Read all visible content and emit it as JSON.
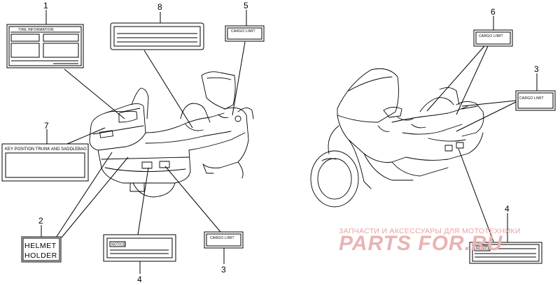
{
  "callouts": [
    {
      "id": "c1",
      "number": "1"
    },
    {
      "id": "c8",
      "number": "8"
    },
    {
      "id": "c5",
      "number": "5"
    },
    {
      "id": "c7",
      "number": "7"
    },
    {
      "id": "c2",
      "number": "2"
    },
    {
      "id": "c4a",
      "number": "4"
    },
    {
      "id": "c3a",
      "number": "3"
    },
    {
      "id": "c6",
      "number": "6"
    },
    {
      "id": "c3b",
      "number": "3"
    },
    {
      "id": "c4b",
      "number": "4"
    }
  ],
  "labels": {
    "tire_information": "TIRE INFORMATION",
    "cargo_limit": "CARGO LIMIT",
    "key_position": "KEY POSITION  TRUNK AND SADDLEBAG",
    "helmet_line1": "HELMET",
    "helmet_line2": "HOLDER",
    "notice": "NOTICE"
  },
  "watermark": {
    "line1": "ЗАПЧАСТИ И АКСЕССУАРЫ ДЛЯ МОТОТЕХНИКИ",
    "line2": "PARTS FOR.RU",
    "color": "#e9a2a2"
  }
}
